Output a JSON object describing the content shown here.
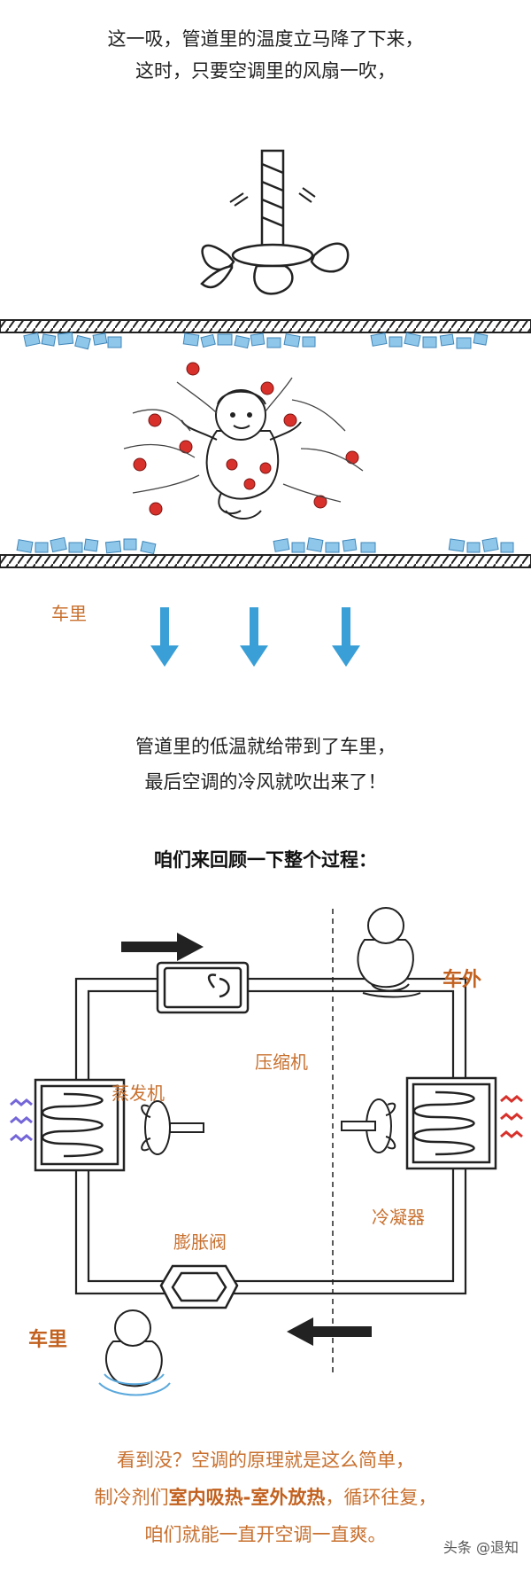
{
  "top_text": {
    "line1": "这一吸，管道里的温度立马降了下来，",
    "line2": "这时，只要空调里的风扇一吹，"
  },
  "car_label": "车里",
  "middle_text": {
    "line1": "管道里的低温就给带到了车里，",
    "line2": "最后空调的冷风就吹出来了！"
  },
  "section_heading": "咱们来回顾一下整个过程：",
  "diagram": {
    "outside_label": "车外",
    "inside_label": "车里",
    "compressor": "压缩机",
    "evaporator": "蒸发机",
    "condenser": "冷凝器",
    "expansion_valve": "膨胀阀"
  },
  "final_text": {
    "line1": "看到没？空调的原理就是这么简单，",
    "line2_pre": "制冷剂们",
    "line2_bold": "室内吸热-室外放热",
    "line2_post": "，循环往复，",
    "line3": "咱们就能一直开空调一直爽。"
  },
  "watermark": "头条 @退知",
  "colors": {
    "accent_orange": "#c8702e",
    "arrow_blue": "#3a9fd6",
    "ice_blue": "#8fc7ea",
    "heat_red": "#d8312b",
    "cold_purple": "#7466d8"
  }
}
